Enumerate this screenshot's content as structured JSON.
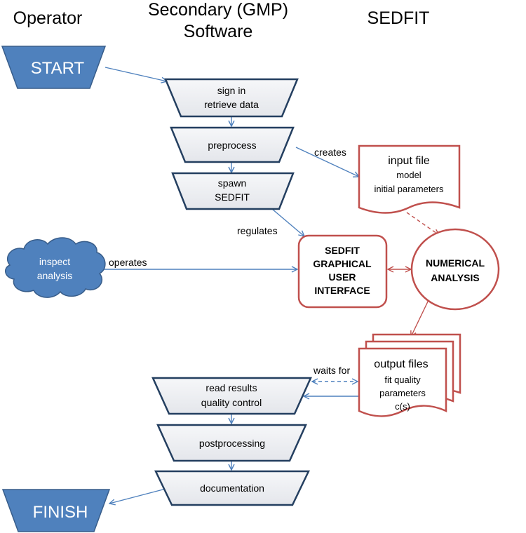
{
  "columns": {
    "operator": "Operator",
    "software_line1": "Secondary (GMP)",
    "software_line2": "Software",
    "sedfit": "SEDFIT"
  },
  "nodes": {
    "start": "START",
    "finish": "FINISH",
    "sign_in_line1": "sign in",
    "sign_in_line2": "retrieve data",
    "preprocess": "preprocess",
    "spawn_line1": "spawn",
    "spawn_line2": "SEDFIT",
    "inspect_line1": "inspect",
    "inspect_line2": "analysis",
    "gui_line1": "SEDFIT",
    "gui_line2": "GRAPHICAL",
    "gui_line3": "USER",
    "gui_line4": "INTERFACE",
    "numerical_line1": "NUMERICAL",
    "numerical_line2": "ANALYSIS",
    "input_file_title": "input file",
    "input_file_line1": "model",
    "input_file_line2": "initial parameters",
    "output_files_title": "output files",
    "output_files_line1": "fit quality",
    "output_files_line2": "parameters",
    "output_files_line3": "c(s)",
    "read_results_line1": "read results",
    "read_results_line2": "quality control",
    "postprocessing": "postprocessing",
    "documentation": "documentation"
  },
  "edge_labels": {
    "creates": "creates",
    "regulates": "regulates",
    "operates": "operates",
    "waits_for": "waits for"
  },
  "colors": {
    "blue_fill": "#4f81bd",
    "blue_dark": "#385d8a",
    "grey_fill": "#eeeff3",
    "red": "#c0504d",
    "dark_stroke": "#243f60"
  }
}
